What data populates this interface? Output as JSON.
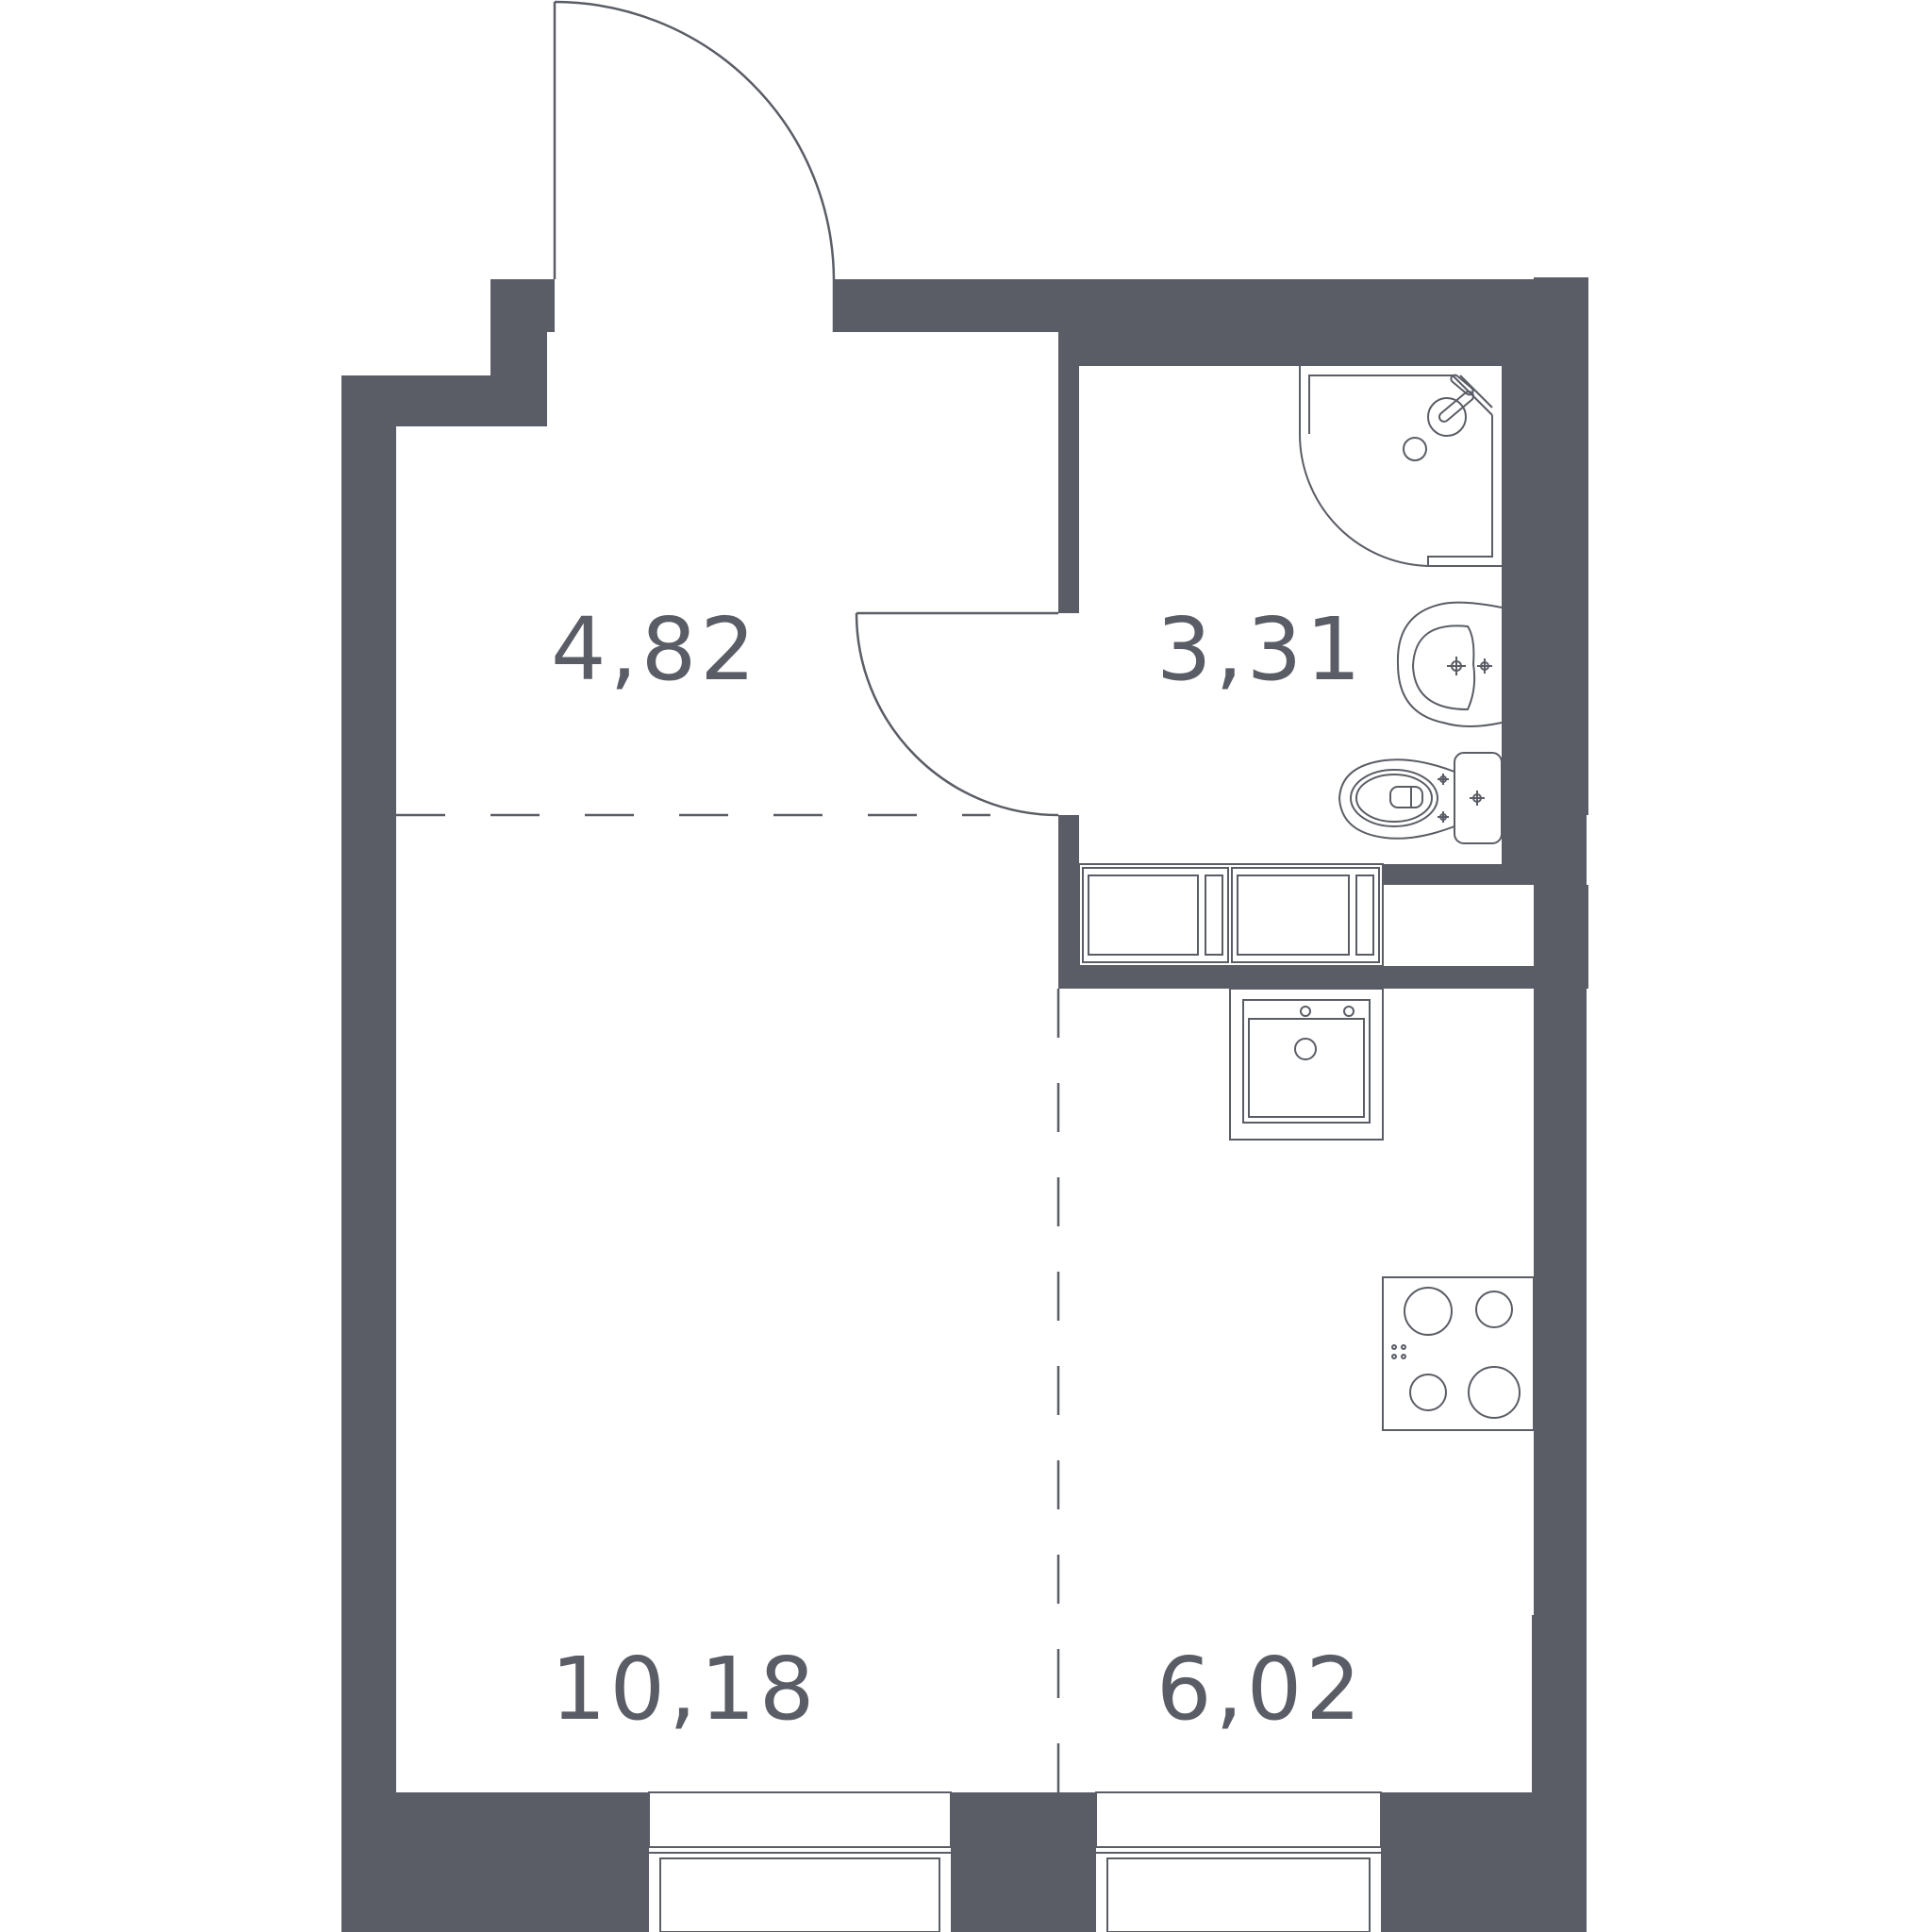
{
  "colors": {
    "wall": "#5a5d66",
    "line": "#5a5d66",
    "background": "#ffffff"
  },
  "rooms": [
    {
      "id": "hallway",
      "area": "4,82"
    },
    {
      "id": "bathroom",
      "area": "3,31"
    },
    {
      "id": "living",
      "area": "10,18"
    },
    {
      "id": "kitchen",
      "area": "6,02"
    }
  ]
}
